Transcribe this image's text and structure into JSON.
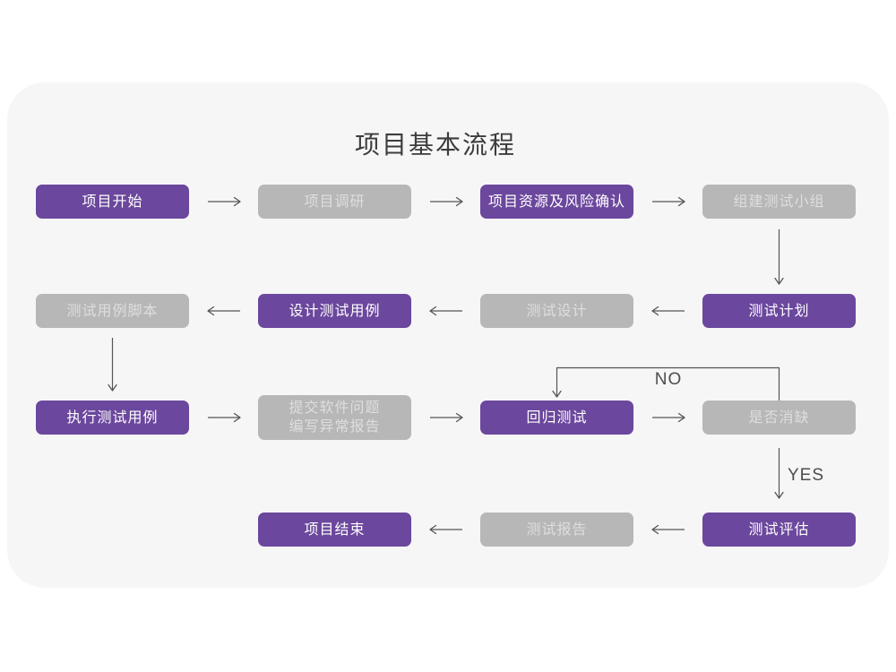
{
  "title": "项目基本流程",
  "colors": {
    "purple": "#6b479d",
    "purple_text": "#ffffff",
    "gray": "#b7b7b7",
    "gray_text": "#dedede",
    "card_bg": "#f6f6f7",
    "arrow": "#4d4d4d",
    "title_color": "#3c3c3c"
  },
  "flowchart": {
    "nodes": [
      {
        "id": "project-start",
        "label": "项目开始",
        "variant": "purple",
        "row": 0,
        "col": 0
      },
      {
        "id": "project-research",
        "label": "项目调研",
        "variant": "gray",
        "row": 0,
        "col": 1
      },
      {
        "id": "resource-risk-confirm",
        "label": "项目资源及风险确认",
        "variant": "purple",
        "row": 0,
        "col": 2
      },
      {
        "id": "build-test-team",
        "label": "组建测试小组",
        "variant": "gray",
        "row": 0,
        "col": 3
      },
      {
        "id": "test-plan",
        "label": "测试计划",
        "variant": "purple",
        "row": 1,
        "col": 3
      },
      {
        "id": "test-design",
        "label": "测试设计",
        "variant": "gray",
        "row": 1,
        "col": 2
      },
      {
        "id": "design-test-cases",
        "label": "设计测试用例",
        "variant": "purple",
        "row": 1,
        "col": 1
      },
      {
        "id": "test-case-script",
        "label": "测试用例脚本",
        "variant": "gray",
        "row": 1,
        "col": 0
      },
      {
        "id": "execute-test-cases",
        "label": "执行测试用例",
        "variant": "purple",
        "row": 2,
        "col": 0
      },
      {
        "id": "submit-issue-report",
        "label": "提交软件问题\n编写异常报告",
        "variant": "gray",
        "row": 2,
        "col": 1,
        "tall": true
      },
      {
        "id": "regression-test",
        "label": "回归测试",
        "variant": "purple",
        "row": 2,
        "col": 2
      },
      {
        "id": "defect-cleared",
        "label": "是否消缺",
        "variant": "gray",
        "row": 2,
        "col": 3
      },
      {
        "id": "test-evaluation",
        "label": "测试评估",
        "variant": "purple",
        "row": 3,
        "col": 3
      },
      {
        "id": "test-report",
        "label": "测试报告",
        "variant": "gray",
        "row": 3,
        "col": 2
      },
      {
        "id": "project-end",
        "label": "项目结束",
        "variant": "purple",
        "row": 3,
        "col": 1
      }
    ],
    "edges": [
      {
        "from": "project-start",
        "to": "project-research"
      },
      {
        "from": "project-research",
        "to": "resource-risk-confirm"
      },
      {
        "from": "resource-risk-confirm",
        "to": "build-test-team"
      },
      {
        "from": "build-test-team",
        "to": "test-plan"
      },
      {
        "from": "test-plan",
        "to": "test-design"
      },
      {
        "from": "test-design",
        "to": "design-test-cases"
      },
      {
        "from": "design-test-cases",
        "to": "test-case-script"
      },
      {
        "from": "test-case-script",
        "to": "execute-test-cases"
      },
      {
        "from": "execute-test-cases",
        "to": "submit-issue-report"
      },
      {
        "from": "submit-issue-report",
        "to": "regression-test"
      },
      {
        "from": "regression-test",
        "to": "defect-cleared"
      },
      {
        "from": "defect-cleared",
        "to": "regression-test",
        "label": "NO"
      },
      {
        "from": "defect-cleared",
        "to": "test-evaluation",
        "label": "YES"
      },
      {
        "from": "test-evaluation",
        "to": "test-report"
      },
      {
        "from": "test-report",
        "to": "project-end"
      }
    ],
    "edge_labels": {
      "no": "NO",
      "yes": "YES"
    }
  }
}
